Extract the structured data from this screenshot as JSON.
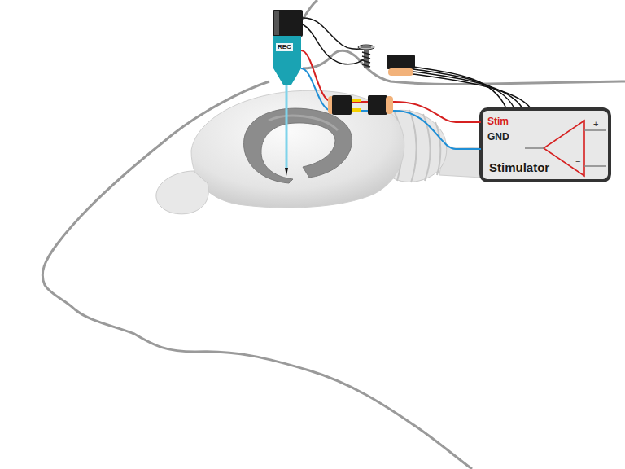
{
  "diagram": {
    "nodes": [
      {
        "text": [
          "REC"
        ]
      },
      {
        "text": [
          "Stimulator"
        ]
      }
    ],
    "edges": [
      {
        "from": 0,
        "to": 1,
        "arrow": "none"
      },
      {
        "from": 0,
        "to": 1,
        "arrow": "none"
      }
    ],
    "labels": [
      "Stim",
      "GND",
      "+",
      "−"
    ]
  }
}
